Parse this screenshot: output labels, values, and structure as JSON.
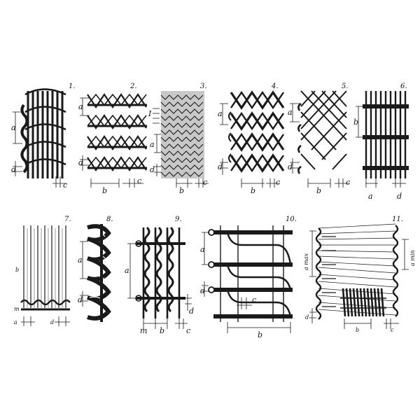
{
  "panels": [
    {
      "number": "1.",
      "labels": [
        "a",
        "d",
        "c"
      ]
    },
    {
      "number": "2.",
      "labels": [
        "a",
        "d",
        "b",
        "c"
      ]
    },
    {
      "number": "3.",
      "labels": [
        "I",
        "a",
        "d",
        "b",
        "c"
      ]
    },
    {
      "number": "4.",
      "labels": [
        "a",
        "d",
        "b",
        "c"
      ]
    },
    {
      "number": "5.",
      "labels": [
        "a",
        "d",
        "b",
        "c"
      ]
    },
    {
      "number": "6.",
      "labels": [
        "b",
        "a",
        "d"
      ]
    },
    {
      "number": "7.",
      "labels": [
        "b",
        "m",
        "a",
        "d"
      ]
    },
    {
      "number": "8.",
      "labels": [
        "a",
        "d"
      ]
    },
    {
      "number": "9.",
      "labels": [
        "a",
        "d",
        "m",
        "b",
        "c"
      ]
    },
    {
      "number": "10.",
      "labels": [
        "a",
        "d",
        "c",
        "b"
      ]
    },
    {
      "number": "11.",
      "labels": [
        "a max",
        "a min",
        "d",
        "b",
        "c"
      ]
    }
  ],
  "colors": {
    "ink": "#1a1a1a",
    "mid": "#555555",
    "paper": "#ffffff"
  }
}
